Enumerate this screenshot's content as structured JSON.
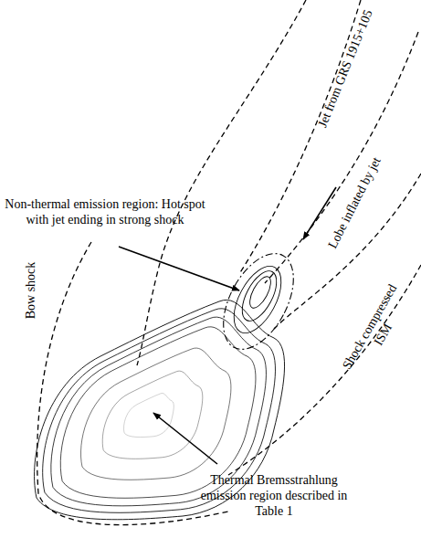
{
  "diagram": {
    "labels": [
      "Non-thermal emission region: Hot spot with jet ending in strong shock",
      "Jet from GRS 1915+105",
      "Lobe inflated by jet",
      "Shock compressed ISM",
      "Bow shock",
      "Thermal Bremsstrahlung emission region described in Table 1"
    ]
  }
}
